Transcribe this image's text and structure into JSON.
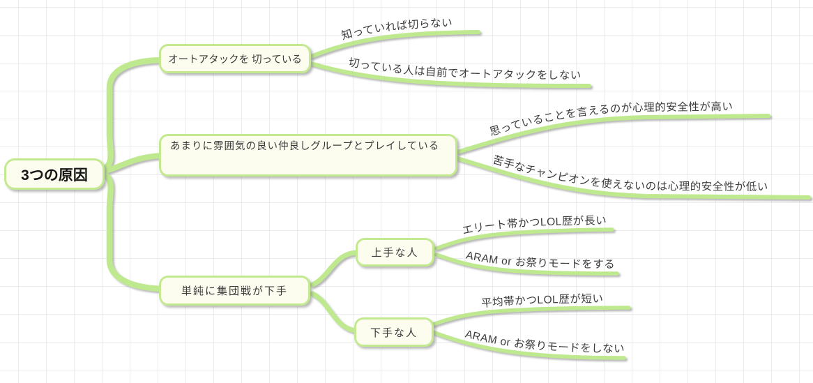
{
  "theme": {
    "branch_color": "#bfe98e",
    "node_fill": "#fdfdef",
    "node_border": "#c3ea90",
    "grid_color": "#ededf1",
    "text_color": "#3c3c3c",
    "shadow_color": "#8a8a8a"
  },
  "mindmap": {
    "root": {
      "label": "3つの原因"
    },
    "branches": [
      {
        "label": "オートアタックを 切っている",
        "children": [
          {
            "label": "知っていれば切らない"
          },
          {
            "label": "切っている人は自前でオートアタックをしない"
          }
        ]
      },
      {
        "label": "あまりに雰囲気の良い仲良しグループとプレイしている",
        "children": [
          {
            "label": "思っていることを言えるのが心理的安全性が高い"
          },
          {
            "label": "苦手なチャンピオンを使えないのは心理的安全性が低い"
          }
        ]
      },
      {
        "label": "単純に集団戦が下手",
        "children": [
          {
            "label": "上手な人",
            "children": [
              {
                "label": "エリート帯かつLOL歴が長い"
              },
              {
                "label": "ARAM or お祭りモードをする"
              }
            ]
          },
          {
            "label": "下手な人",
            "children": [
              {
                "label": "平均帯かつLOL歴が短い"
              },
              {
                "label": "ARAM or お祭りモードをしない"
              }
            ]
          }
        ]
      }
    ]
  }
}
